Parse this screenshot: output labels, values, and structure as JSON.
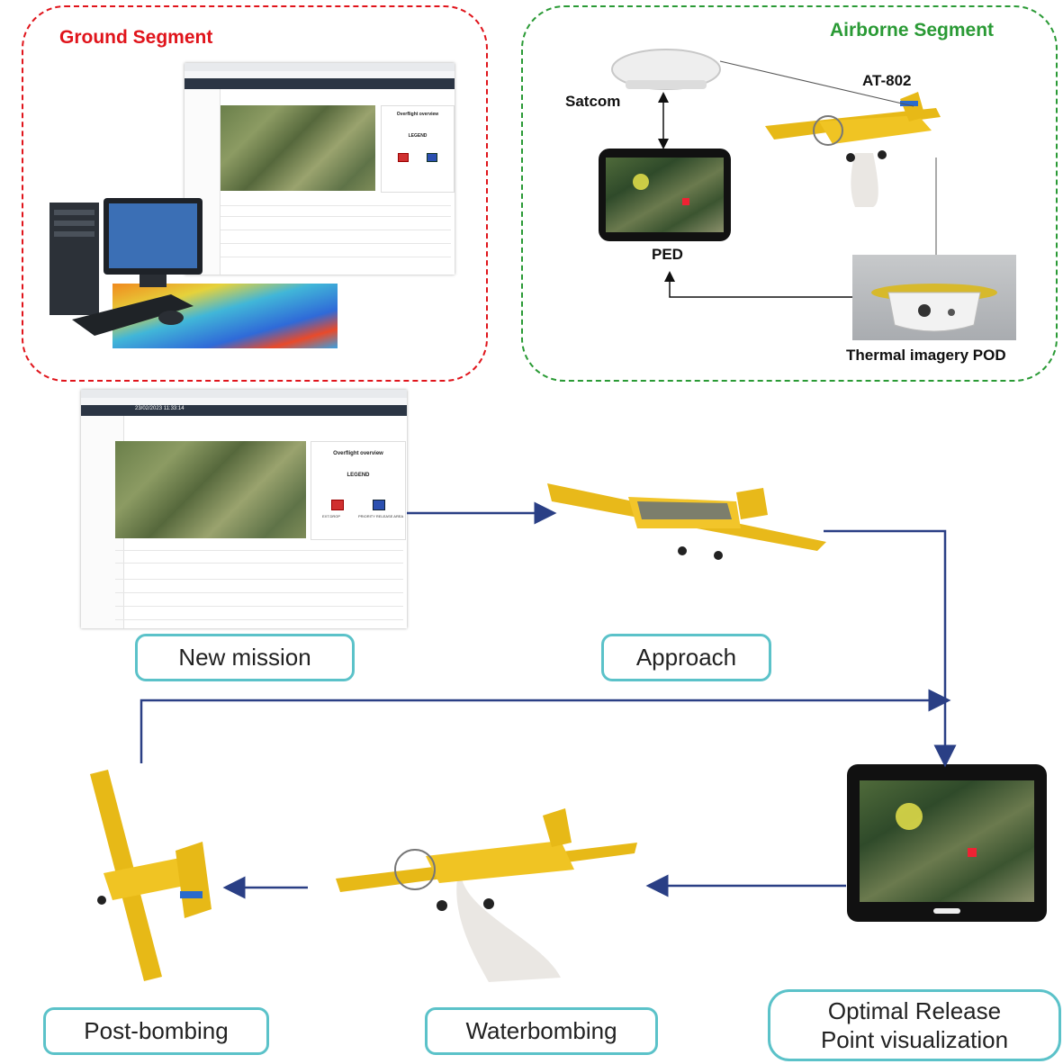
{
  "ground_segment": {
    "title": "Ground Segment",
    "color": "#e0141b"
  },
  "airborne_segment": {
    "title": "Airborne Segment",
    "color": "#2a9a35",
    "labels": {
      "satcom": "Satcom",
      "aircraft": "AT-802",
      "ped": "PED",
      "pod": "Thermal imagery POD"
    }
  },
  "steps": {
    "new_mission": "New mission",
    "approach": "Approach",
    "optimal_release": "Optimal Release Point visualization",
    "waterbombing": "Waterbombing",
    "post_bombing": "Post-bombing"
  },
  "screenshot": {
    "date_title": "23/02/2023 11:33:14",
    "panel_title": "Overflight overview",
    "legend_title": "LEGEND",
    "legend_item_1": "EXT.DROP",
    "legend_item_2": "PRIORITY RELEASE AREA"
  },
  "arrow_color": "#2a3f85",
  "step_border_color": "#5bc2c9"
}
